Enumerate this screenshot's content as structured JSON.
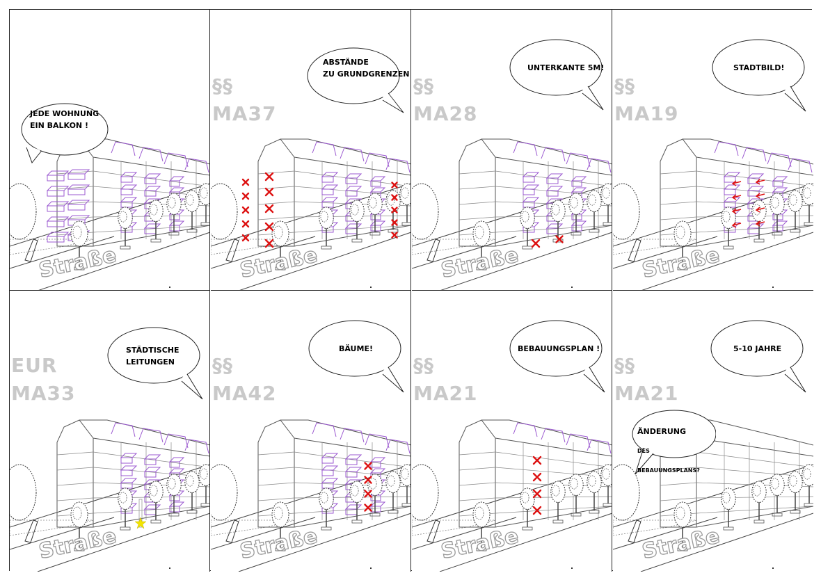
{
  "panels": [
    {
      "code": [],
      "bubble": "JEDE WOHNUNG\nEIN BALKON !",
      "street": "Straße"
    },
    {
      "code": [
        "§§",
        "MA37"
      ],
      "bubble": "ABSTÄNDE\nZU GRUNDGRENZEN",
      "street": "Straße"
    },
    {
      "code": [
        "§§",
        "MA28"
      ],
      "bubble": "UNTERKANTE 5M!",
      "street": "Straße"
    },
    {
      "code": [
        "§§",
        "MA19"
      ],
      "bubble": "STADTBILD!",
      "street": "Straße"
    },
    {
      "code": [
        "EUR",
        "MA33"
      ],
      "bubble": "STÄDTISCHE\nLEITUNGEN",
      "street": "Straße"
    },
    {
      "code": [
        "§§",
        "MA42"
      ],
      "bubble": "BÄUME!",
      "street": "Straße"
    },
    {
      "code": [
        "§§",
        "MA21"
      ],
      "bubble": "BEBAUUNGSPLAN !",
      "street": "Straße"
    },
    {
      "code": [
        "§§",
        "MA21"
      ],
      "bubble": "5-10 JAHRE",
      "street": "Straße",
      "bubble2": {
        "line1": "ÄNDERUNG",
        "line2": "DES",
        "line3": "BEBAUUNGSPLANS?"
      }
    }
  ],
  "colors": {
    "code": "#c9c9c9",
    "balcony": "#9b59d0",
    "cross": "#dd1111",
    "arrow": "#dd1111",
    "star": "#f2e400",
    "line": "#444444"
  }
}
